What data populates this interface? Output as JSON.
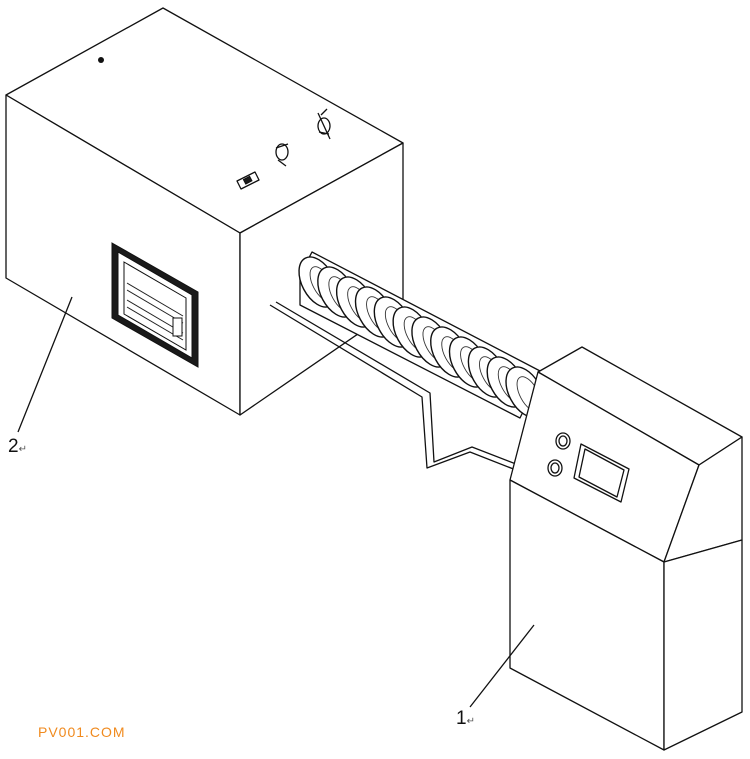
{
  "labels": {
    "part_2": "2",
    "part_1": "1",
    "return_mark": "↵"
  },
  "watermark": {
    "text": "PV001.COM",
    "color": "#f08a1e"
  },
  "colors": {
    "line": "#111111",
    "background": "#ffffff"
  }
}
